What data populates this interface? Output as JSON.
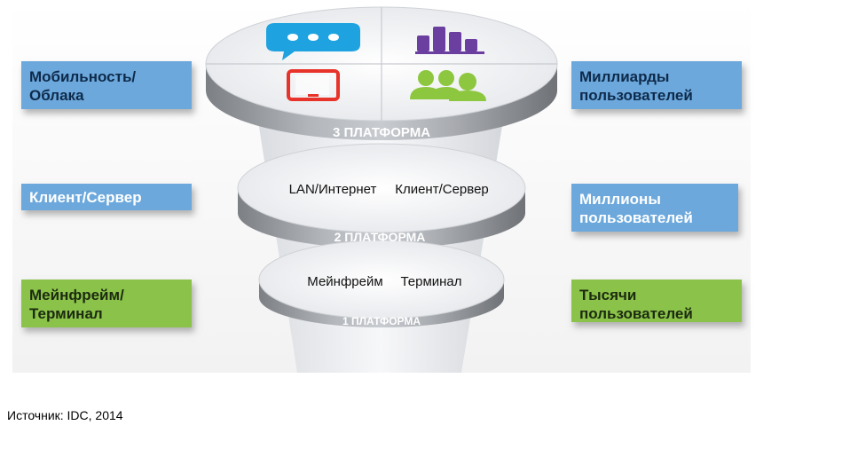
{
  "left_labels": [
    {
      "line1": "Мобильность/",
      "line2": "Облака",
      "color": "#6ca8dc"
    },
    {
      "line1": "Клиент/Сервер",
      "line2": "",
      "color": "#6ca8dc"
    },
    {
      "line1": "Мейнфрейм/",
      "line2": "Терминал",
      "color": "#8bc34a"
    }
  ],
  "right_labels": [
    {
      "line1": "Миллиарды",
      "line2": "пользователей",
      "color": "#6ca8dc"
    },
    {
      "line1": "Миллионы",
      "line2": "пользователей",
      "color": "#6ca8dc"
    },
    {
      "line1": "Тысячи",
      "line2": "пользователей",
      "color": "#8bc34a"
    }
  ],
  "platforms": {
    "p3": {
      "label": "3 ПЛАТФОРМА",
      "icons": [
        "chat-bubble-icon",
        "bar-chart-icon",
        "tablet-icon",
        "users-icon"
      ],
      "icon_colors": {
        "chat": "#1fa3e0",
        "bars": "#6b3fa0",
        "tablet": "#e8332a",
        "users": "#8dc63f"
      }
    },
    "p2": {
      "label": "2 ПЛАТФОРМА",
      "item1": "LAN/Интернет",
      "item2": "Клиент/Сервер"
    },
    "p1": {
      "label": "1 ПЛАТФОРМА",
      "item1": "Мейнфрейм",
      "item2": "Терминал"
    }
  },
  "source": "Источник: IDC, 2014"
}
